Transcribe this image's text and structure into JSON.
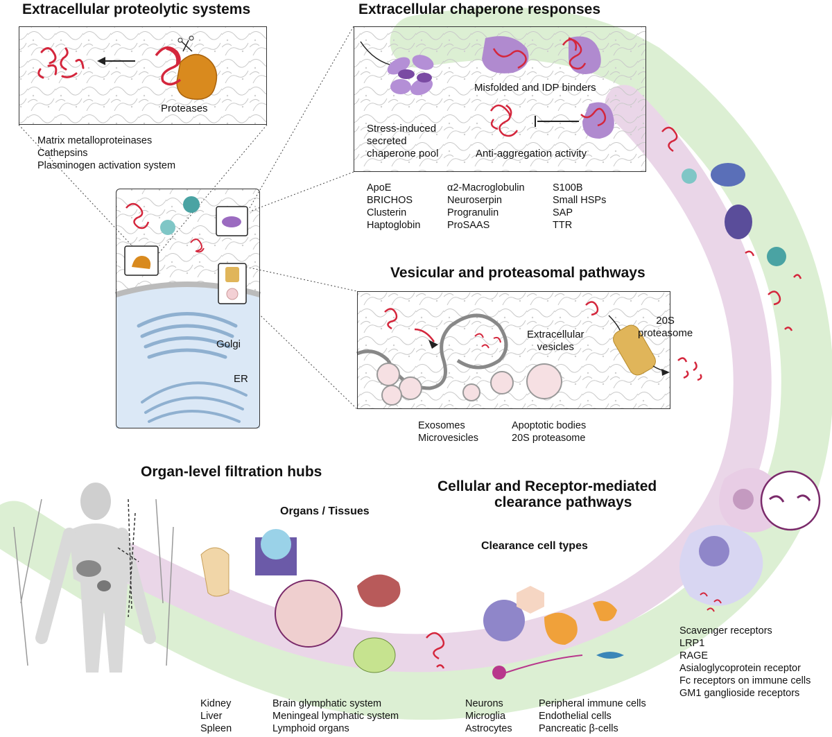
{
  "colors": {
    "green_band": "#dcefd3",
    "pink_band": "#ead6e8",
    "protein_red": "#d4263c",
    "chaperone_purple": "#9b6bc0",
    "protease_orange": "#d98a1e",
    "proteasome_yellow": "#e0b55a",
    "nucleus_blue": "#dbe8f6"
  },
  "titles": {
    "proteolytic": "Extracellular proteolytic systems",
    "chaperone": "Extracellular chaperone responses",
    "vesicular": "Vesicular and proteasomal pathways",
    "organ": "Organ-level filtration hubs",
    "cellular_line1": "Cellular and Receptor-mediated",
    "cellular_line2": "clearance pathways",
    "organs_tissues": "Organs / Tissues",
    "clearance_cells": "Clearance cell types"
  },
  "proteolytic": {
    "proteases_label": "Proteases",
    "list": [
      "Matrix metalloproteinases",
      "Cathepsins",
      "Plasminogen activation system"
    ]
  },
  "chaperone": {
    "misfolded_label": "Misfolded and IDP binders",
    "pool_line1": "Stress-induced",
    "pool_line2": "secreted",
    "pool_line3": "chaperone pool",
    "anti_label": "Anti-aggregation activity",
    "col1": [
      "ApoE",
      "BRICHOS",
      "Clusterin",
      "Haptoglobin"
    ],
    "col2": [
      "α2-Macroglobulin",
      "Neuroserpin",
      "Progranulin",
      "ProSAAS"
    ],
    "col3": [
      "S100B",
      "Small HSPs",
      "SAP",
      "TTR"
    ]
  },
  "cell": {
    "golgi": "Golgi",
    "er": "ER"
  },
  "vesicular": {
    "ev_line1": "Extracellular",
    "ev_line2": "vesicles",
    "proteasome_line1": "20S",
    "proteasome_line2": "proteasome",
    "list1": [
      "Exosomes",
      "Microvesicles"
    ],
    "list2": [
      "Apoptotic bodies",
      "20S proteasome"
    ]
  },
  "organ": {
    "list1": [
      "Kidney",
      "Liver",
      "Spleen"
    ],
    "list2": [
      "Brain glymphatic system",
      "Meningeal lymphatic system",
      "Lymphoid organs"
    ]
  },
  "cells": {
    "list1": [
      "Neurons",
      "Microglia",
      "Astrocytes"
    ],
    "list2": [
      "Peripheral immune cells",
      "Endothelial cells",
      "Pancreatic β-cells"
    ]
  },
  "receptors": {
    "list": [
      "Scavenger receptors",
      "LRP1",
      "RAGE",
      "Asialoglycoprotein receptor",
      "Fc receptors on immune cells",
      "GM1 ganglioside receptors"
    ]
  }
}
